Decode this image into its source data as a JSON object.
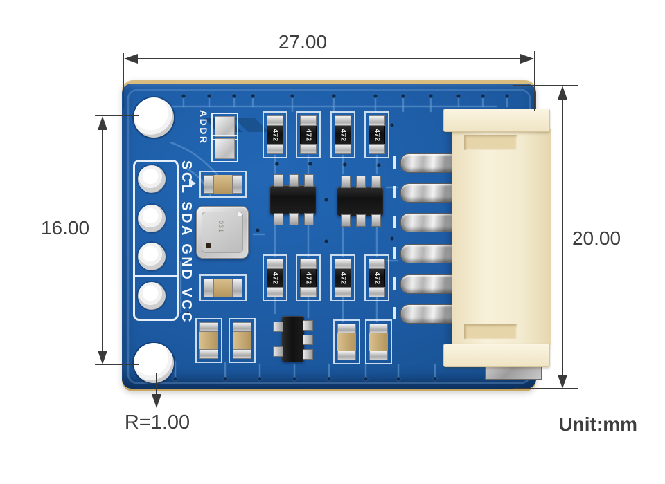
{
  "annotations": {
    "width": "27.00",
    "height_left": "16.00",
    "height_right": "20.00",
    "corner_radius": "R=1.00",
    "unit": "Unit:mm"
  },
  "board": {
    "silkscreen": {
      "header_label": "SCL SDA GND VCC",
      "addr_label": "ADDR"
    },
    "components": {
      "resistor_label": "472",
      "sensor_marking": "031"
    },
    "colors": {
      "pcb_blue": "#1d5aa2",
      "pcb_edge_tan": "#ccab66",
      "connector_cream": "#f2e9cf",
      "silkscreen_white": "#f2f7fc",
      "dimension_line": "#3a3a3a"
    }
  }
}
